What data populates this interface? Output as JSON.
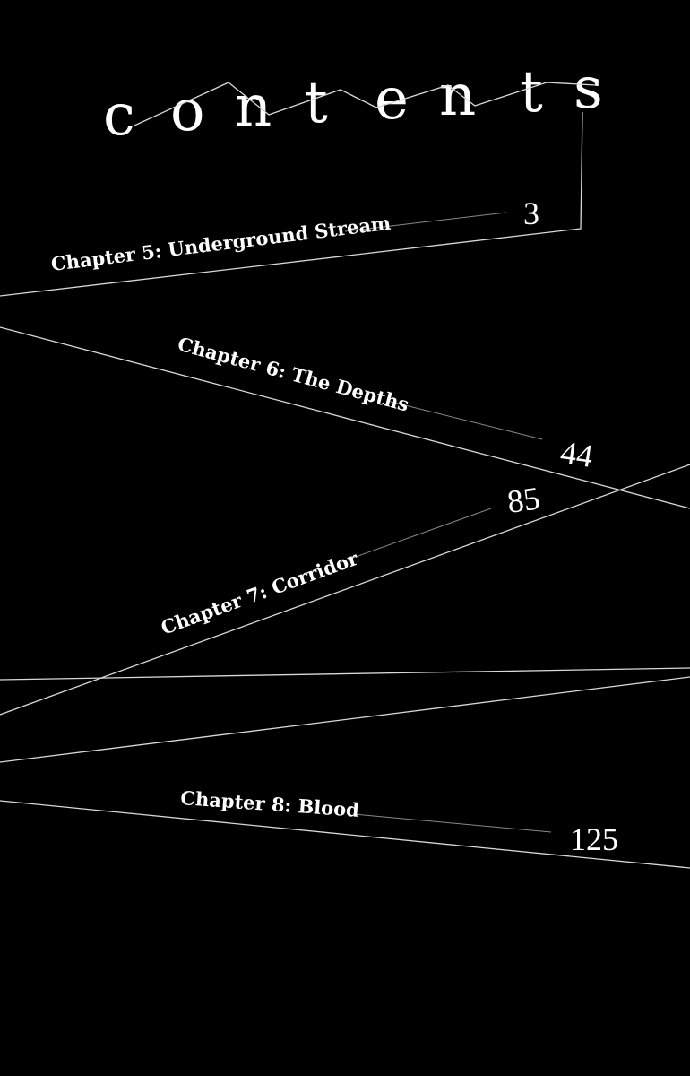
{
  "title": "contents",
  "title_letters": [
    "c",
    "o",
    "n",
    "t",
    "e",
    "n",
    "t",
    "s"
  ],
  "chapters": [
    {
      "label": "Chapter 5: Underground Stream",
      "page": "3"
    },
    {
      "label": "Chapter 6: The Depths",
      "page": "44"
    },
    {
      "label": "Chapter 7: Corridor",
      "page": "85"
    },
    {
      "label": "Chapter 8: Blood",
      "page": "125"
    }
  ]
}
